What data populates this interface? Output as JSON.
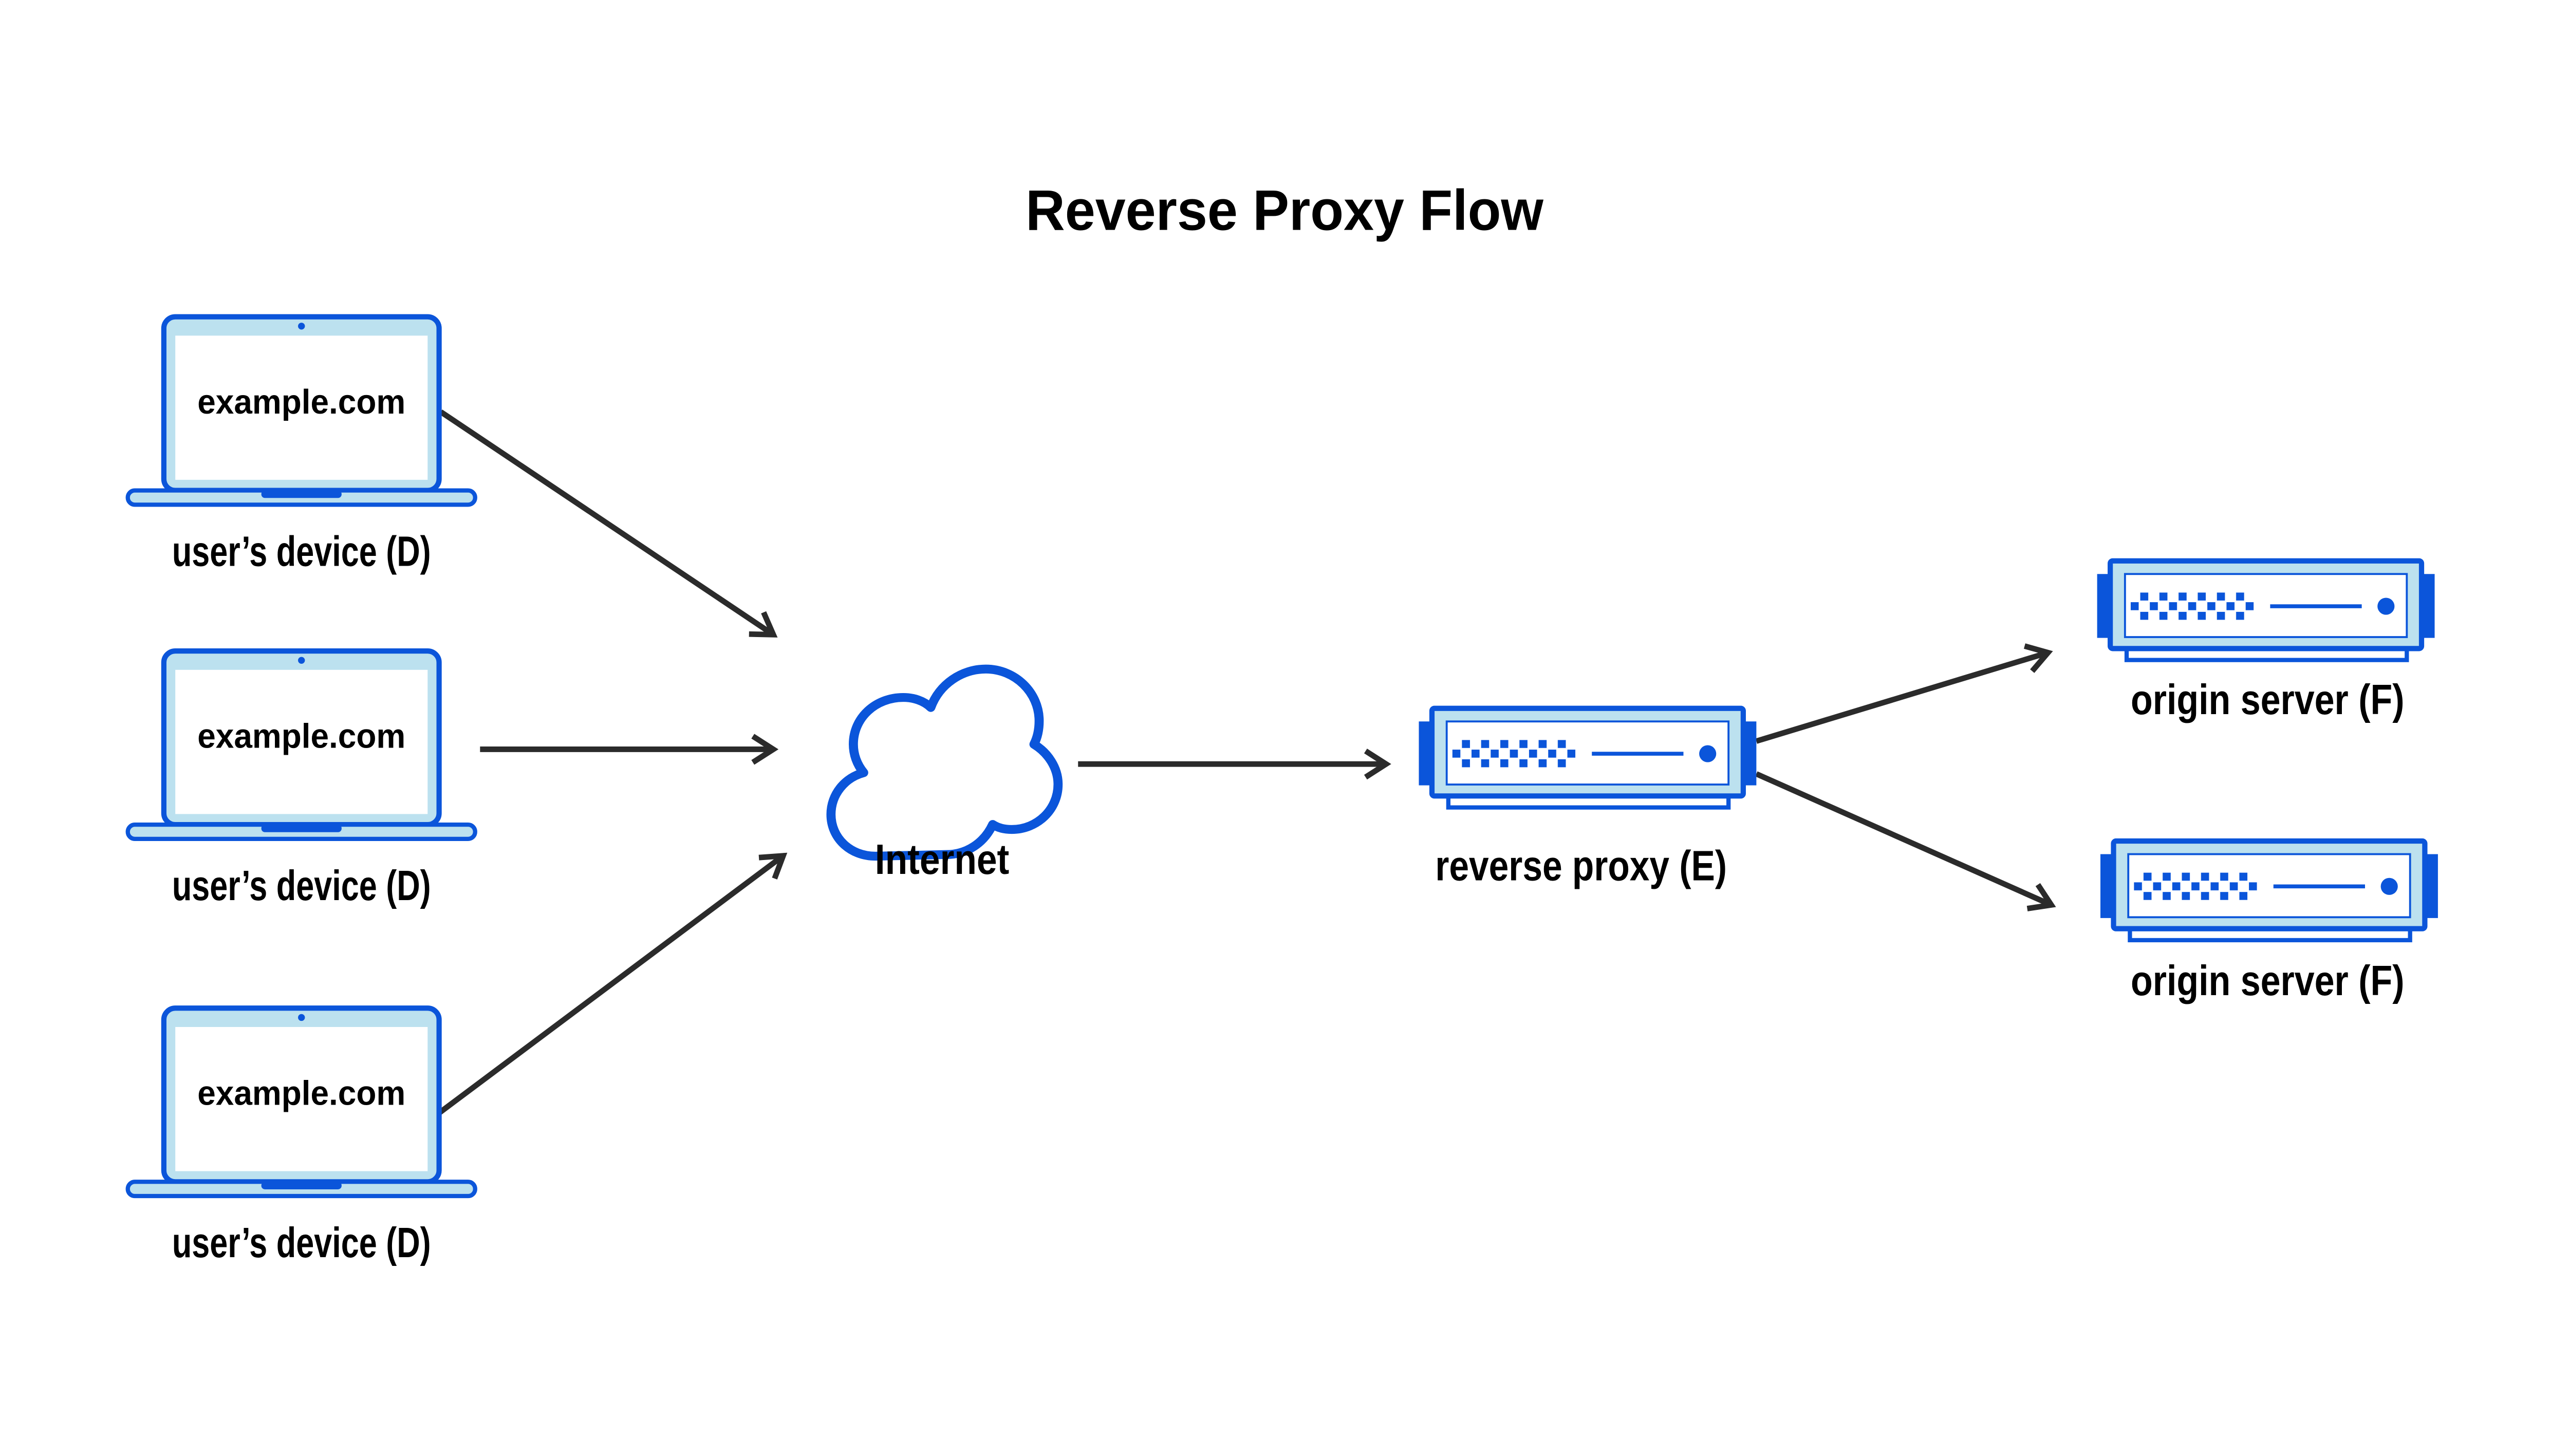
{
  "title": "Reverse Proxy Flow",
  "devices": [
    {
      "screen_text": "example.com",
      "label": "user’s device (D)"
    },
    {
      "screen_text": "example.com",
      "label": "user’s device (D)"
    },
    {
      "screen_text": "example.com",
      "label": "user’s device (D)"
    }
  ],
  "internet": {
    "label": "Internet"
  },
  "proxy": {
    "label": "reverse proxy (E)"
  },
  "origins": [
    {
      "label": "origin server (F)"
    },
    {
      "label": "origin server (F)"
    }
  ],
  "icons": {
    "device": "laptop-icon",
    "internet": "cloud-icon",
    "proxy": "server-icon",
    "origin": "server-icon"
  },
  "colors": {
    "blue": "#0B55DA",
    "light_blue": "#BCE1EF",
    "arrow": "#2B2B2B",
    "text": "#000000",
    "background": "#FFFFFF"
  }
}
